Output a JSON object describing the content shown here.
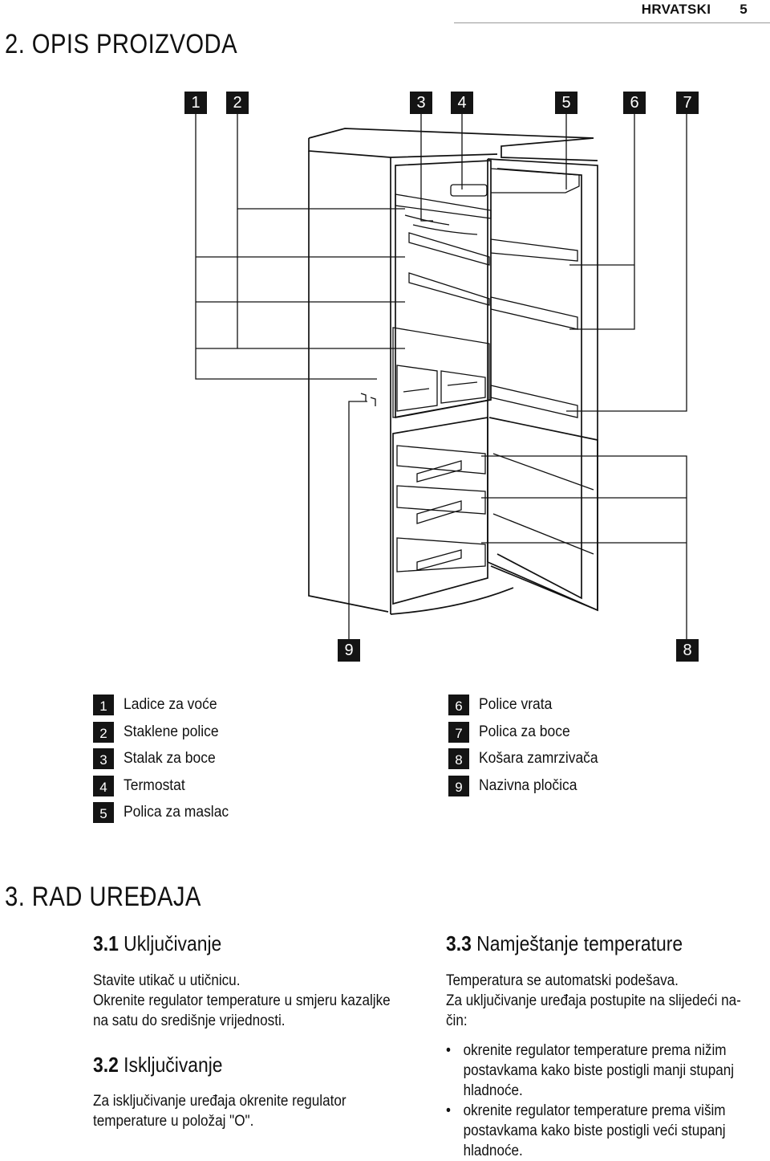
{
  "header": {
    "language": "HRVATSKI",
    "page_number": "5"
  },
  "section2": {
    "title": "2. OPIS PROIZVODA"
  },
  "diagram": {
    "callouts_top": [
      "1",
      "2",
      "3",
      "4",
      "5",
      "6",
      "7"
    ],
    "callouts_bottom": [
      "9",
      "8"
    ]
  },
  "legend": [
    {
      "num": "1",
      "label": "Ladice za voće"
    },
    {
      "num": "2",
      "label": "Staklene police"
    },
    {
      "num": "3",
      "label": "Stalak za boce"
    },
    {
      "num": "4",
      "label": "Termostat"
    },
    {
      "num": "5",
      "label": "Polica za maslac"
    },
    {
      "num": "6",
      "label": "Police vrata"
    },
    {
      "num": "7",
      "label": "Polica za boce"
    },
    {
      "num": "8",
      "label": "Košara zamrzivača"
    },
    {
      "num": "9",
      "label": "Nazivna pločica"
    }
  ],
  "section3": {
    "title": "3. RAD UREĐAJA",
    "sub1": {
      "num": "3.1",
      "title": "Uključivanje",
      "lines": [
        "Stavite utikač u utičnicu.",
        "Okrenite regulator temperature u smjeru kazaljke",
        "na satu do središnje vrijednosti."
      ]
    },
    "sub2": {
      "num": "3.2",
      "title": "Isključivanje",
      "lines": [
        "Za isključivanje uređaja okrenite regulator",
        "temperature u položaj \"O\"."
      ]
    },
    "sub3": {
      "num": "3.3",
      "title": "Namještanje temperature",
      "lines": [
        "Temperatura se automatski podešava.",
        "Za uključivanje uređaja postupite na slijedeći na-",
        "čin:"
      ],
      "bullets": [
        [
          "okrenite regulator temperature prema nižim",
          "postavkama kako biste postigli manji stupanj",
          "hladnoće."
        ],
        [
          "okrenite regulator temperature prema višim",
          "postavkama kako biste postigli veći stupanj",
          "hladnoće."
        ]
      ]
    }
  }
}
